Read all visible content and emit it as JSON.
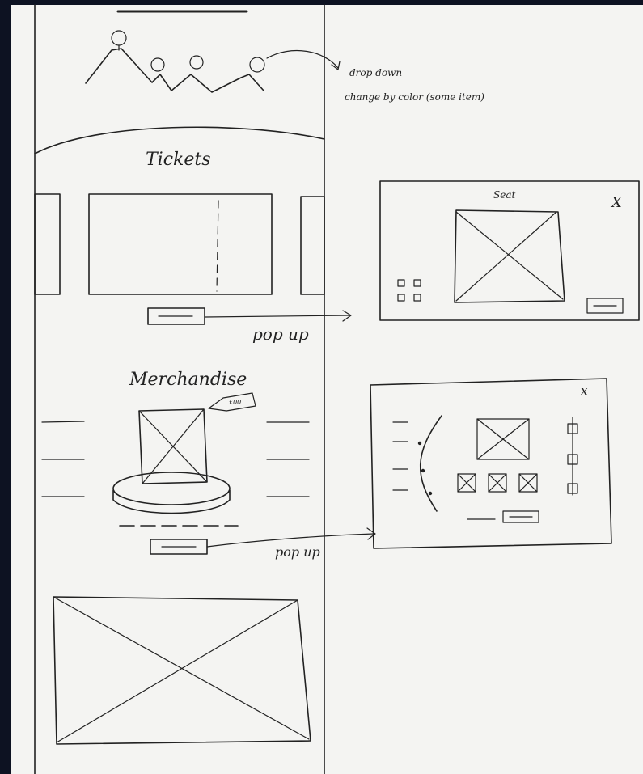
{
  "annotations": {
    "drop_down": "drop down",
    "change_by_color": "change by color (some item)",
    "pop_up_1": "pop up",
    "pop_up_2": "pop up"
  },
  "sections": {
    "tickets_heading": "Tickets",
    "merchandise_heading": "Merchandise"
  },
  "seat_popup": {
    "title": "Seat",
    "close_glyph": "X"
  },
  "merch_popup": {
    "close_glyph": "x"
  },
  "price_tag": "£00"
}
